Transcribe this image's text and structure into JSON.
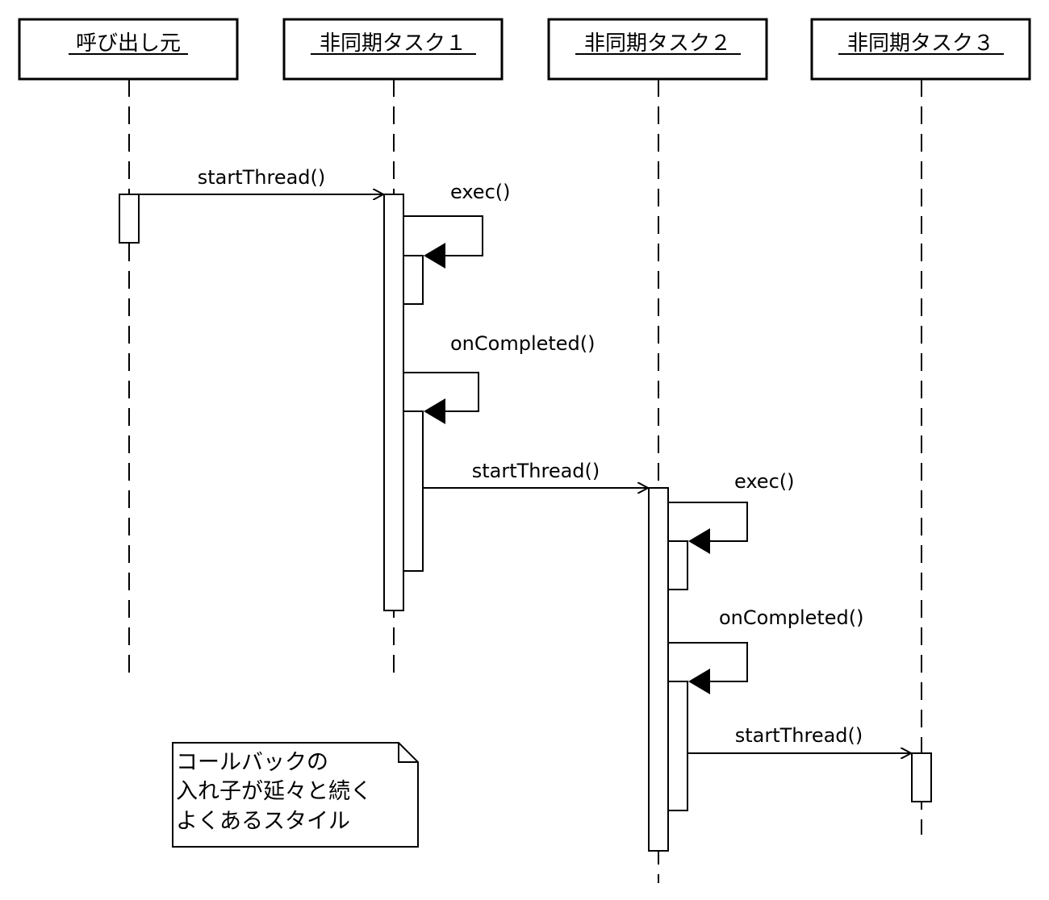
{
  "participants": [
    {
      "label": "呼び出し元"
    },
    {
      "label": "非同期タスク１"
    },
    {
      "label": "非同期タスク２"
    },
    {
      "label": "非同期タスク３"
    }
  ],
  "messages": [
    {
      "label": "startThread()"
    },
    {
      "label": "exec()"
    },
    {
      "label": "onCompleted()"
    },
    {
      "label": "startThread()"
    },
    {
      "label": "exec()"
    },
    {
      "label": "onCompleted()"
    },
    {
      "label": "startThread()"
    }
  ],
  "note": {
    "lines": [
      "コールバックの",
      "入れ子が延々と続く",
      "よくあるスタイル"
    ]
  }
}
